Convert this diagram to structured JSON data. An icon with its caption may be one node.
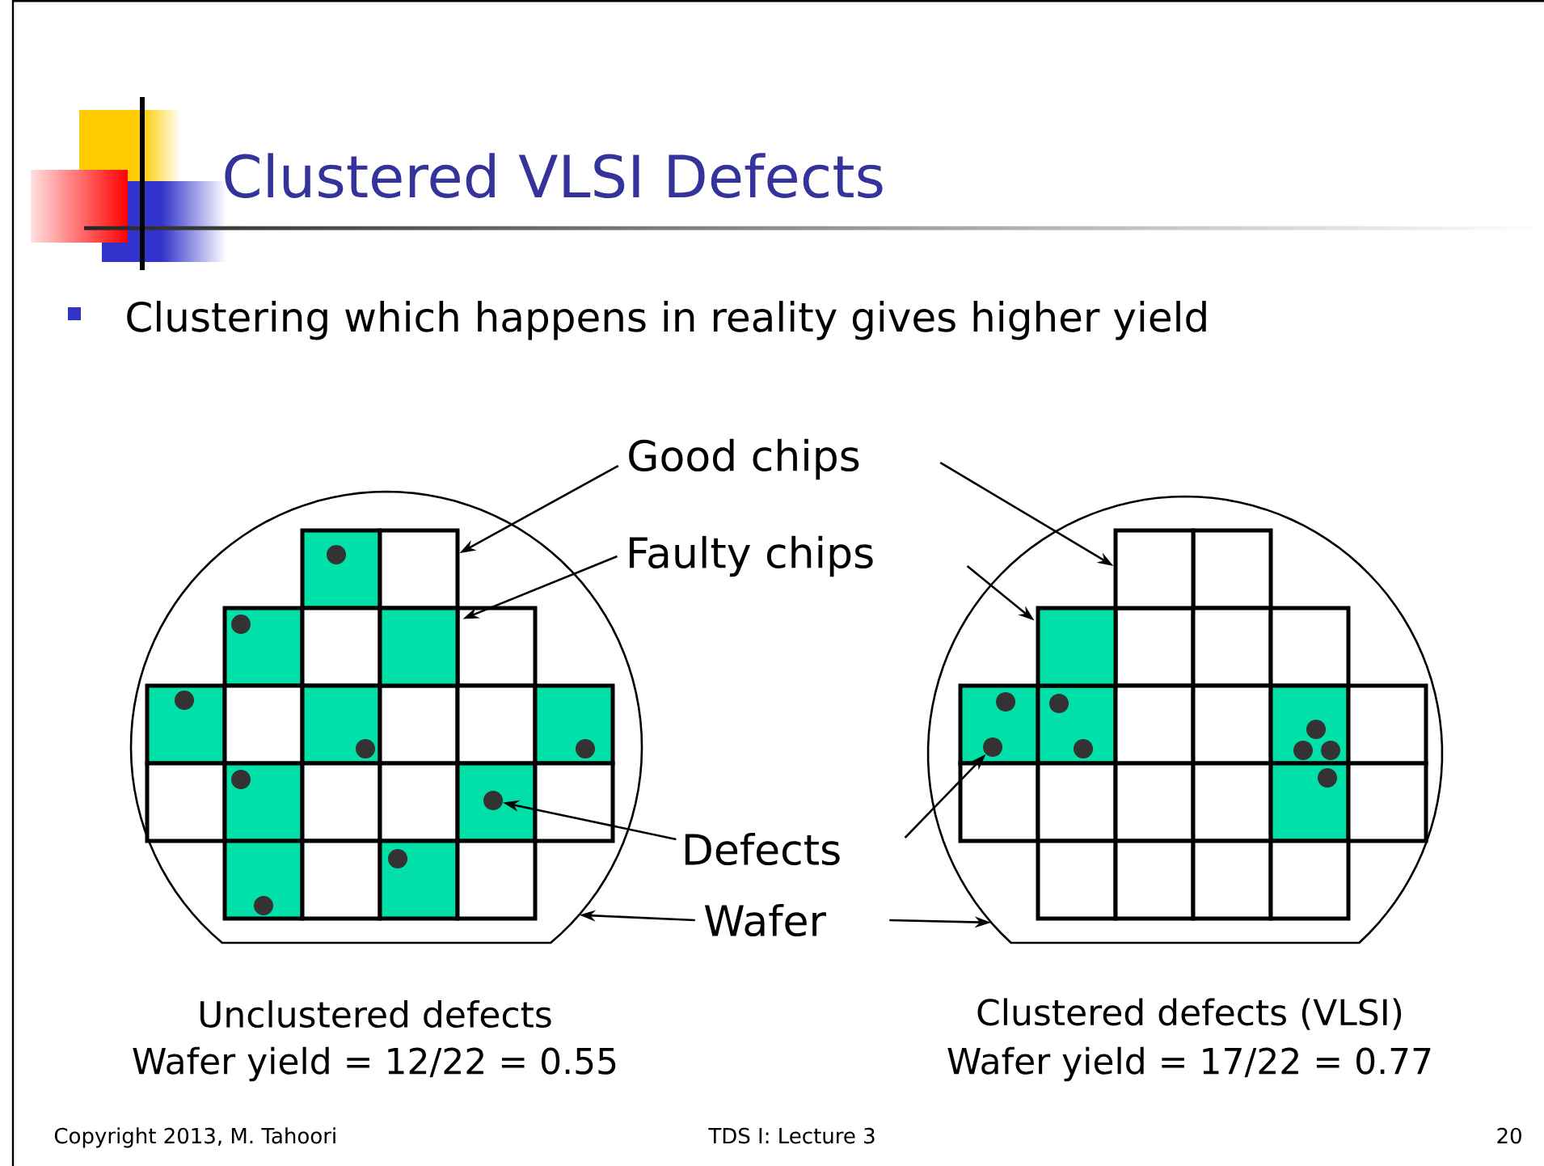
{
  "diagram": {
    "title": "Clustered VLSI Defects",
    "nodes": [
      {
        "text": [
          "Good chips"
        ]
      },
      {
        "text": [
          "Faulty chips"
        ]
      },
      {
        "text": [
          "Defects"
        ]
      },
      {
        "text": [
          "Wafer"
        ]
      },
      {
        "text": [],
        "shape": "circle",
        "beside": [
          "Unclustered defects",
          "Wafer yield = 12/22 = 0.55"
        ]
      },
      {
        "text": [],
        "shape": "box",
        "in": 4
      },
      {
        "text": [],
        "shape": "box",
        "in": 4
      },
      {
        "text": [],
        "shape": "circle",
        "in": 4
      },
      {
        "text": [],
        "shape": "circle",
        "beside": [
          "Clustered defects (VLSI)",
          "Wafer yield = 17/22 = 0.77"
        ]
      },
      {
        "text": [],
        "shape": "box",
        "in": 8
      },
      {
        "text": [],
        "shape": "box",
        "in": 8
      },
      {
        "text": [],
        "shape": "circle",
        "in": 8
      }
    ],
    "edges": [
      {
        "from": 0,
        "to": 5,
        "arrow": "to"
      },
      {
        "from": 0,
        "to": 9,
        "arrow": "to"
      },
      {
        "from": 1,
        "to": 6,
        "arrow": "to"
      },
      {
        "from": 1,
        "to": 10,
        "arrow": "to"
      },
      {
        "from": 2,
        "to": 7,
        "arrow": "to"
      },
      {
        "from": 2,
        "to": 11,
        "arrow": "to"
      },
      {
        "from": 3,
        "to": 4,
        "arrow": "to"
      },
      {
        "from": 3,
        "to": 8,
        "arrow": "to"
      }
    ],
    "labels": [
      "Clustering which happens in reality gives higher yield",
      "Copyright 2013, M. Tahoori",
      "TDS I: Lecture 3",
      "20"
    ]
  }
}
